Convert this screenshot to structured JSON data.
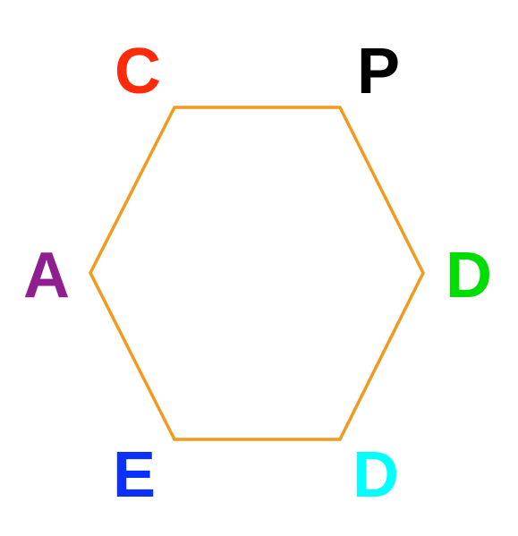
{
  "diagram": {
    "hexagon": {
      "stroke_color": "#F29A1D",
      "fill_color": "#FFFFFF"
    },
    "labels": [
      {
        "text": "C",
        "color": "#FF2A0A"
      },
      {
        "text": "P",
        "color": "#000000"
      },
      {
        "text": "D",
        "color": "#00DD00"
      },
      {
        "text": "D",
        "color": "#00FFFF"
      },
      {
        "text": "E",
        "color": "#0A31FF"
      },
      {
        "text": "A",
        "color": "#8F1F8F"
      }
    ]
  }
}
